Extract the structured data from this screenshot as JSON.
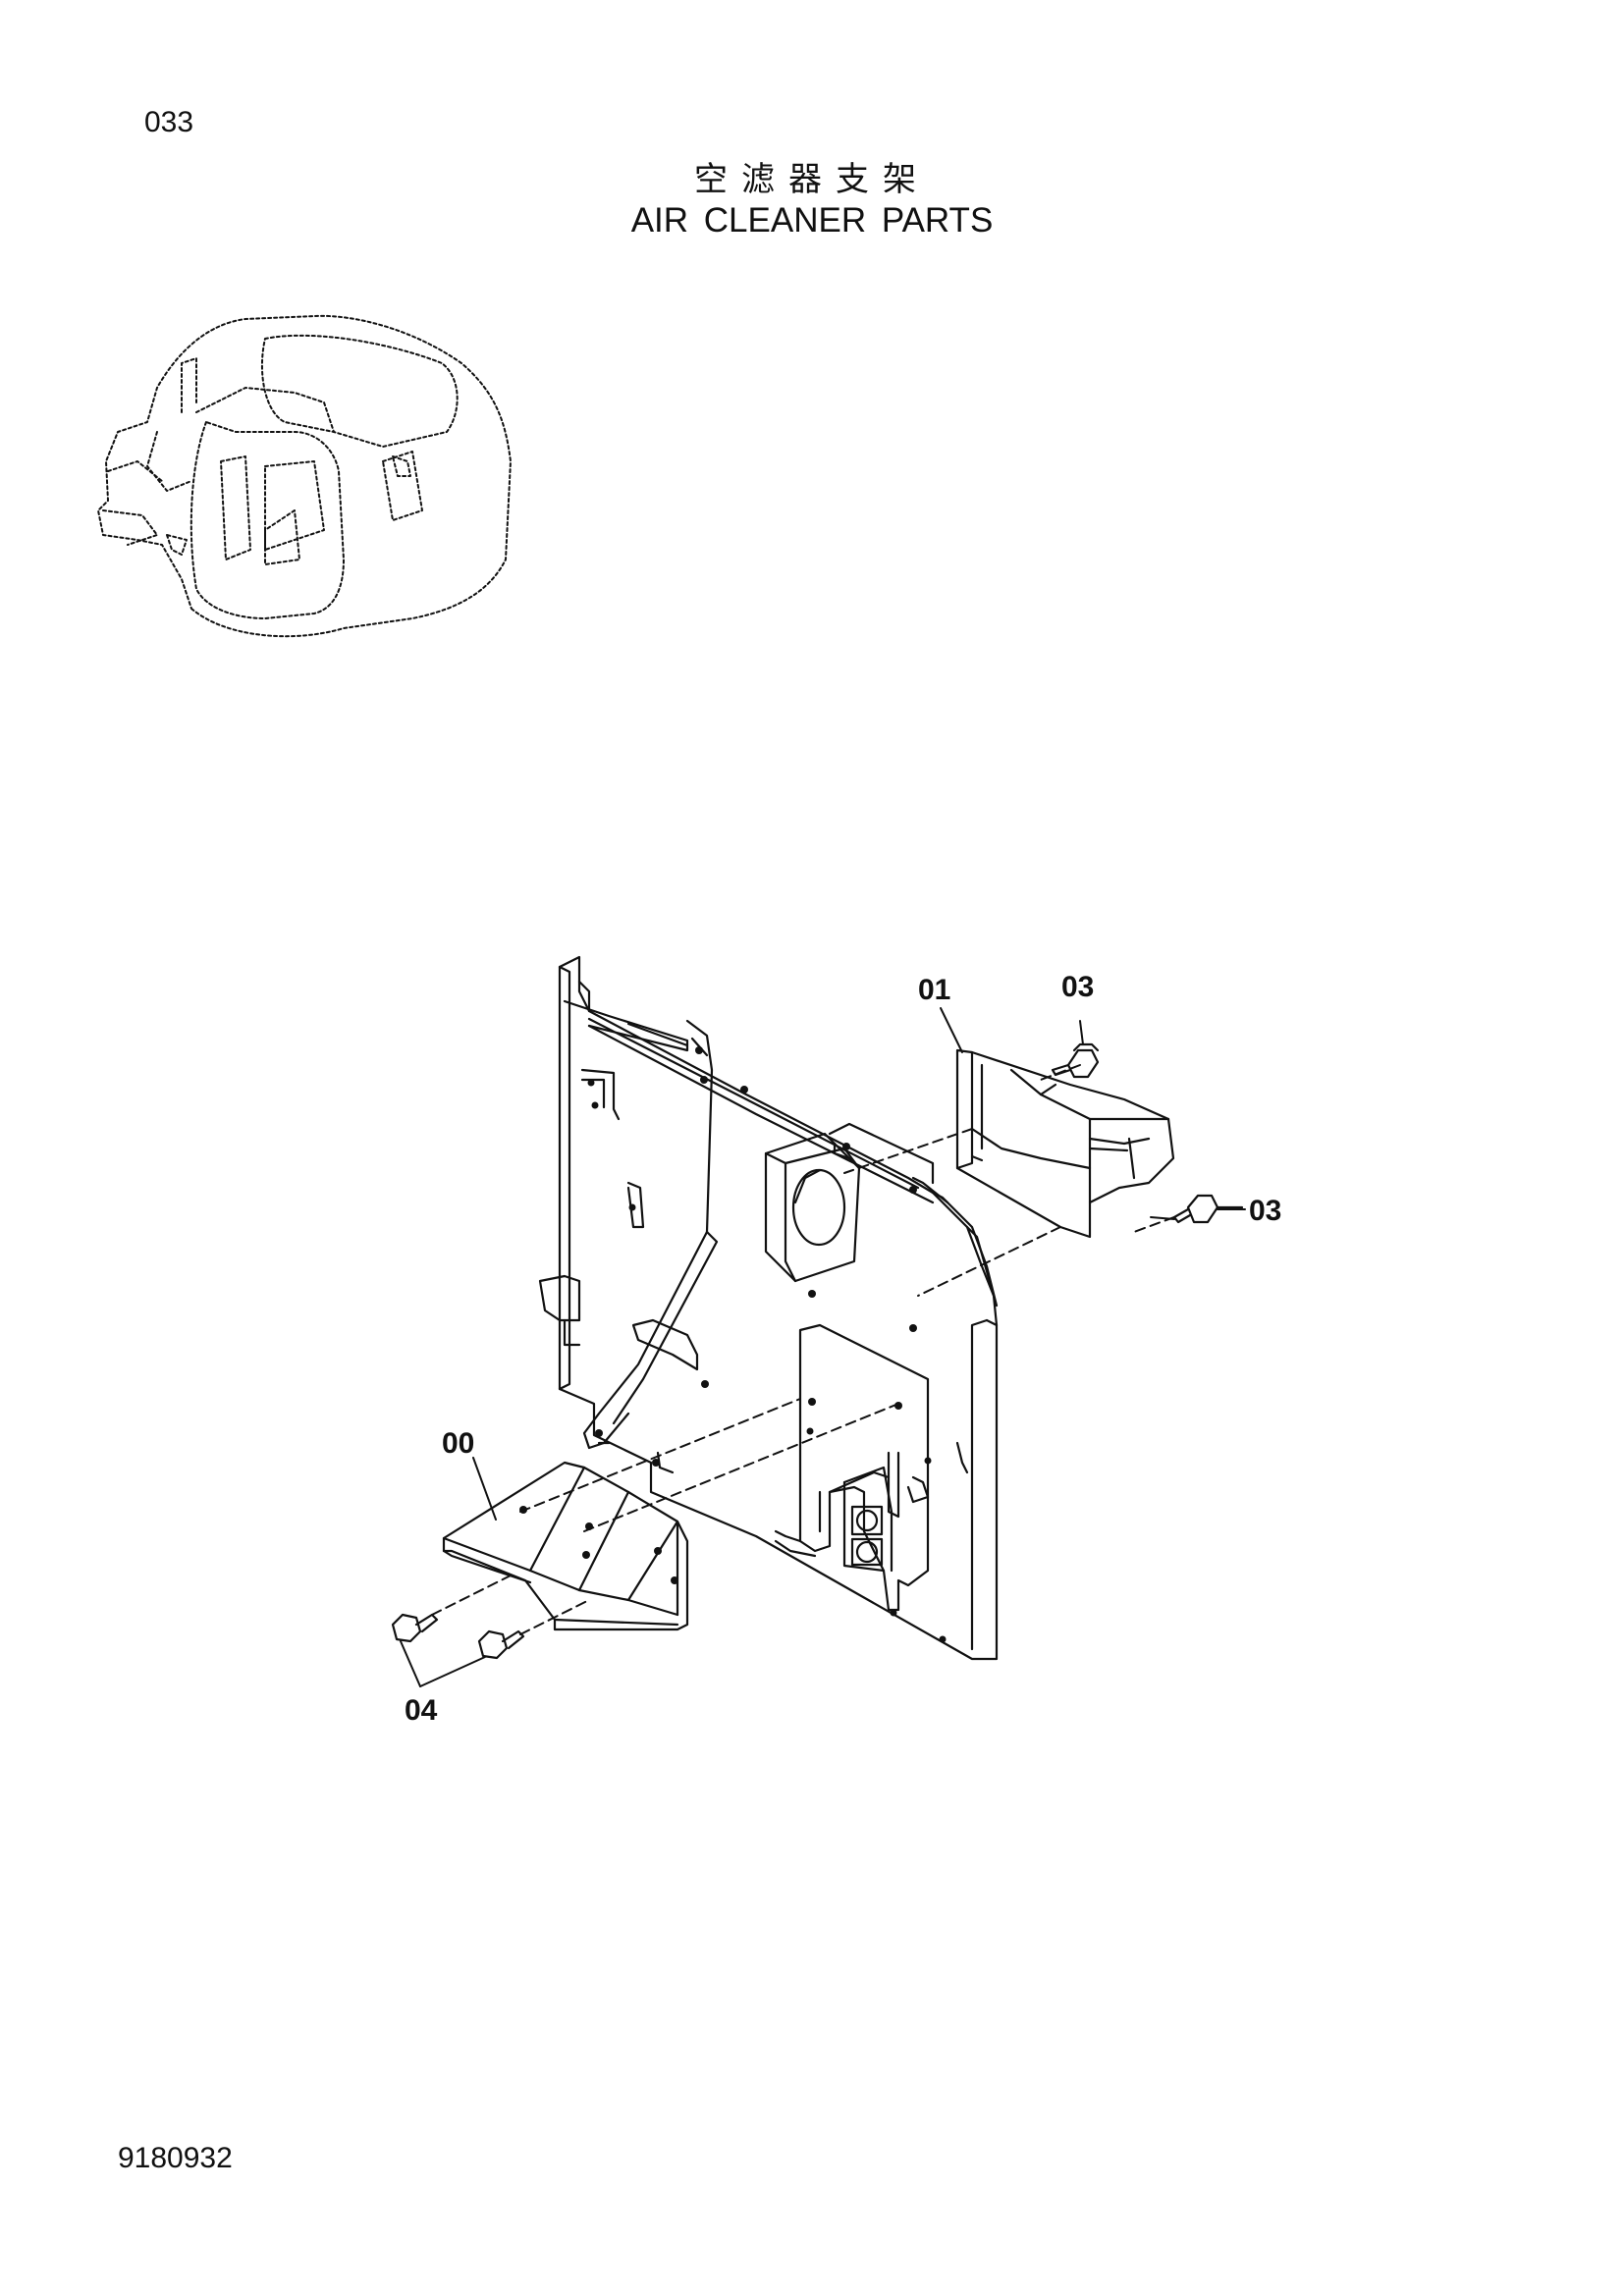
{
  "header": {
    "page_number": "033",
    "title_cn": "空滤器支架",
    "title_en": "AIR CLEANER PARTS"
  },
  "footer": {
    "doc_number": "9180932"
  },
  "diagram": {
    "callouts": [
      {
        "id": "01",
        "label": "01"
      },
      {
        "id": "03a",
        "label": "03"
      },
      {
        "id": "03b",
        "label": "03"
      },
      {
        "id": "00",
        "label": "00"
      },
      {
        "id": "04",
        "label": "04"
      }
    ]
  }
}
